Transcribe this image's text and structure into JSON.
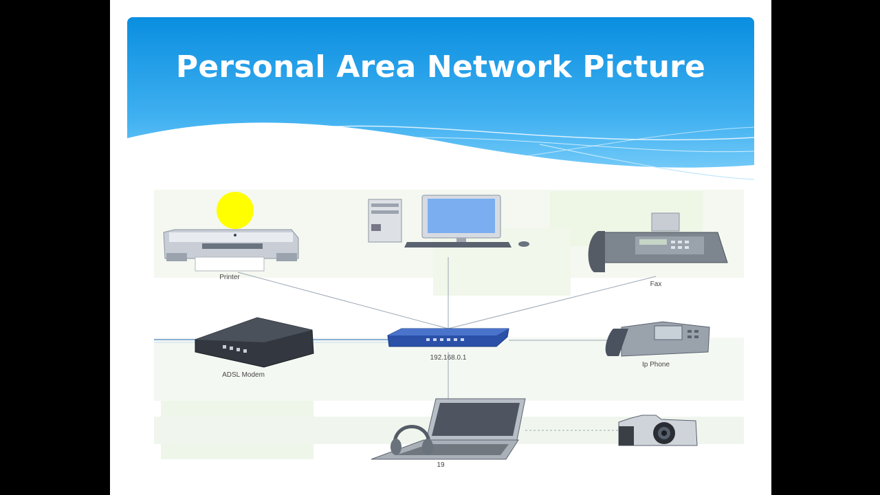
{
  "slide": {
    "title": "Personal Area Network Picture",
    "page_number": "19"
  },
  "diagram": {
    "hub_label": "192.168.0.1",
    "devices": {
      "printer": "Printer",
      "fax": "Fax",
      "modem": "ADSL Modem",
      "ip_phone": "Ip Phone"
    }
  },
  "colors": {
    "header_blue": "#1a8fe0",
    "hub_blue": "#2a50a8",
    "marker_yellow": "#ffff00"
  }
}
